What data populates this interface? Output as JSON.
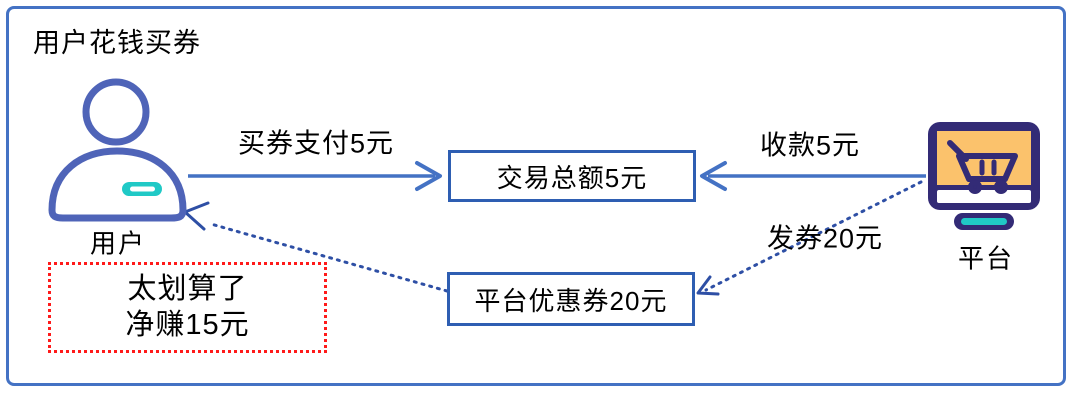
{
  "title": "用户花钱买券",
  "actors": {
    "user": {
      "label": "用户"
    },
    "platform": {
      "label": "平台"
    }
  },
  "nodes": {
    "transaction": {
      "label": "交易总额5元"
    },
    "coupon": {
      "label": "平台优惠券20元"
    }
  },
  "flows": {
    "pay": {
      "label": "买券支付5元"
    },
    "collect": {
      "label": "收款5元"
    },
    "issue": {
      "label": "发券20元"
    }
  },
  "thought": {
    "line1": "太划算了",
    "line2": "净赚15元"
  },
  "colors": {
    "frame": "#4472C4",
    "arrow": "#4472C4",
    "dotted": "#2E4FA5",
    "box_border": "#2E5EB2",
    "user_icon": "#4F64B8",
    "teal": "#20C9C6",
    "monitor": "#332B76",
    "screen": "#FBC26C",
    "alert": "#FF1A1A",
    "text": "#000000"
  }
}
